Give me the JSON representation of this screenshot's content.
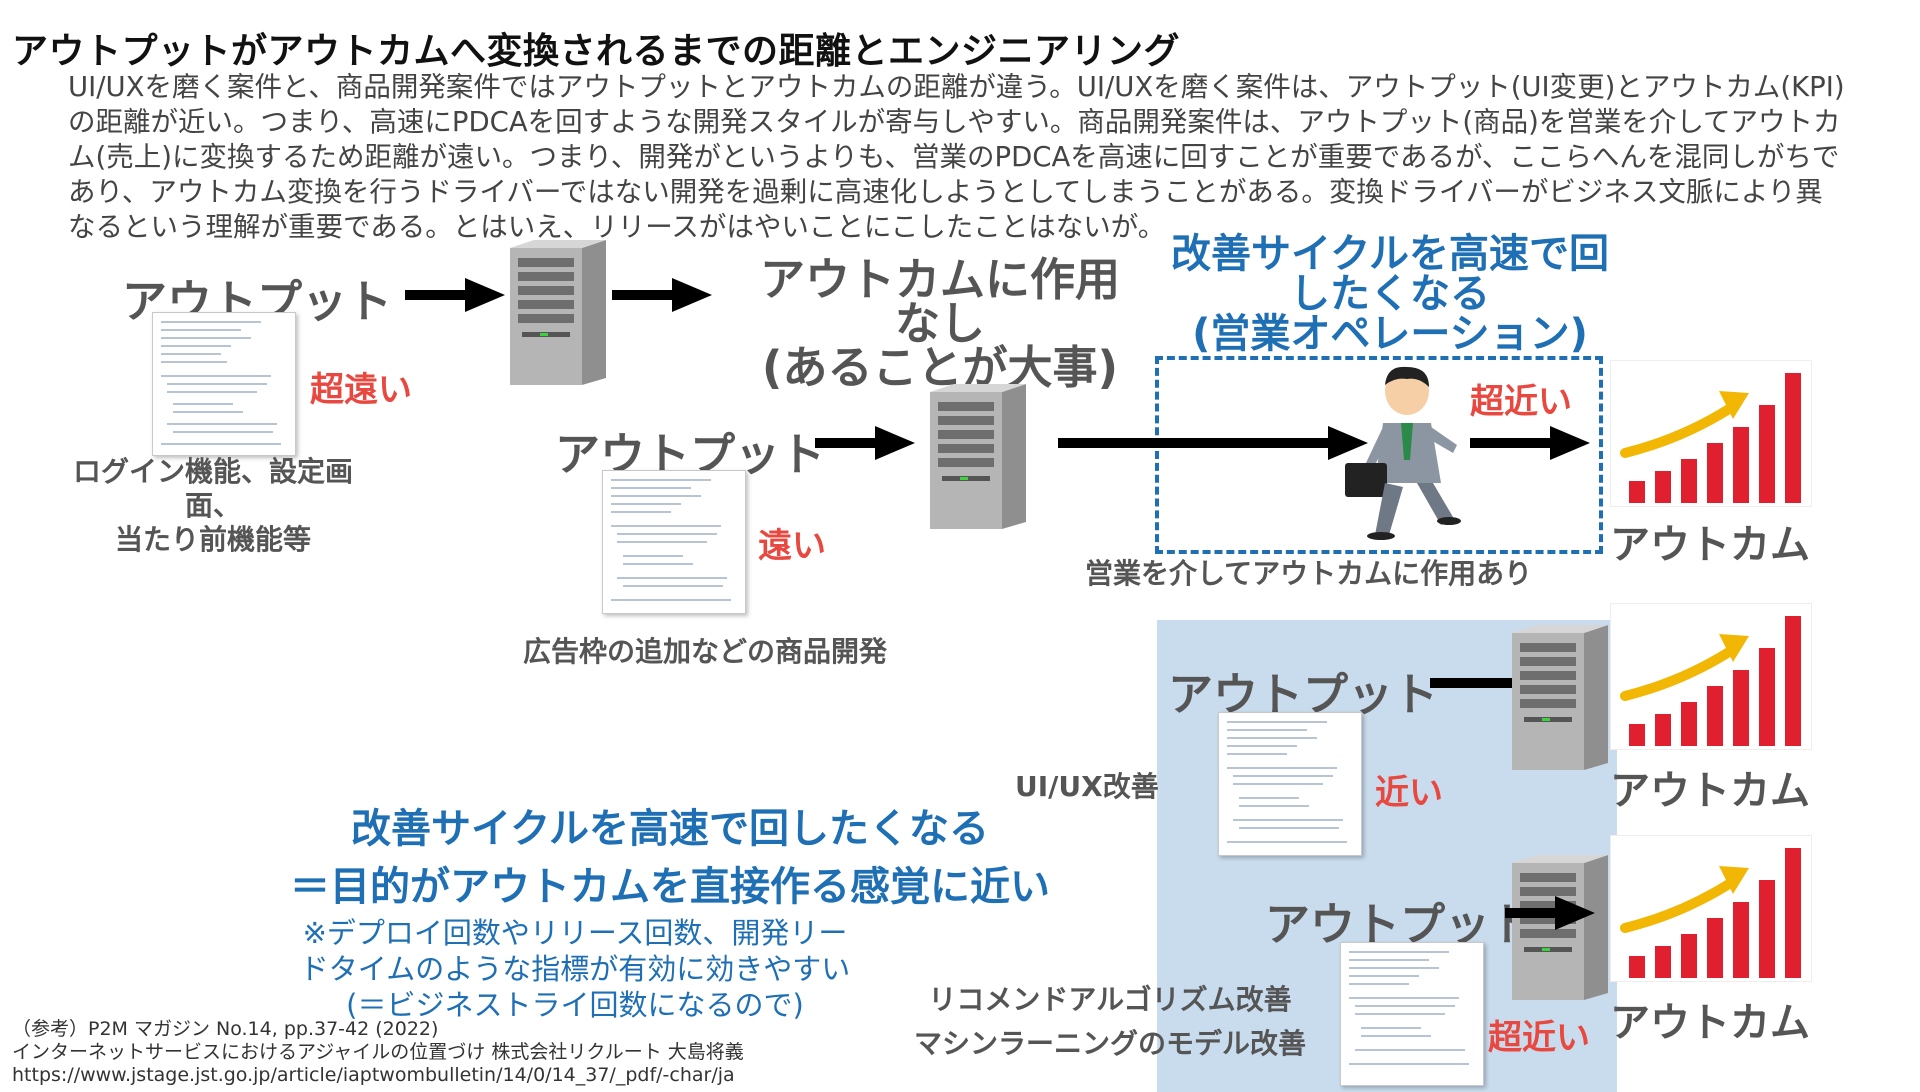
{
  "title": "アウトプットがアウトカムへ変換されるまでの距離とエンジニアリング",
  "body_lines": [
    "UI/UXを磨く案件と、商品開発案件ではアウトプットとアウトカムの距離が違う。UI/UXを磨く案件は、アウトプット(UI変更)とアウトカム(KPI)",
    "の距離が近い。つまり、高速にPDCAを回すような開発スタイルが寄与しやすい。商品開発案件は、アウトプット(商品)を営業を介してアウトカ",
    "ム(売上)に変換するため距離が遠い。つまり、開発がというよりも、営業のPDCAを高速に回すことが重要であるが、ここらへんを混同しがちで",
    "あり、アウトカム変換を行うドライバーではない開発を過剰に高速化しようとしてしまうことがある。変換ドライバーがビジネス文脈により異",
    "なるという理解が重要である。とはいえ、リリースがはやいことにこしたことはないが。"
  ],
  "row1": {
    "output": "アウトプット",
    "result_line1": "アウトカムに作用なし",
    "result_line2": "(あることが大事)",
    "distance": "超遠い",
    "caption_line1": "ログイン機能、設定画面、",
    "caption_line2": "当たり前機能等"
  },
  "row2": {
    "output": "アウトプット",
    "distance": "遠い",
    "caption": "広告枠の追加などの商品開発",
    "sales_distance": "超近い",
    "sales_caption": "営業を介してアウトカムに作用あり",
    "outcome": "アウトカム",
    "callout_lines": [
      "改善サイクルを高速で回",
      "したくなる",
      "(営業オペレーション)"
    ]
  },
  "row3": {
    "output": "アウトプット",
    "distance": "近い",
    "label": "UI/UX改善",
    "outcome": "アウトカム"
  },
  "row4": {
    "output": "アウトプット",
    "distance": "超近い",
    "label_line1": "リコメンドアルゴリズム改善",
    "label_line2": "マシンラーニングのモデル改善",
    "outcome": "アウトカム"
  },
  "conclusion": {
    "line1": "改善サイクルを高速で回したくなる",
    "line2": "＝目的がアウトカムを直接作る感覚に近い",
    "note_line1": "※デプロイ回数やリリース回数、開発リー",
    "note_line2": "ドタイムのような指標が有効に効きやすい",
    "note_line3": "(＝ビジネストライ回数になるので)"
  },
  "reference": {
    "line1": "（参考）P2M マガジン No.14, pp.37-42 (2022)",
    "line2": "インターネットサービスにおけるアジャイルの位置づけ 株式会社リクルート 大島将義",
    "line3": "https://www.jstage.jst.go.jp/article/iaptwombulletin/14/0/14_37/_pdf/-char/ja"
  },
  "colors": {
    "accent_blue": "#1f6fb5",
    "distance_red": "#e8483f",
    "bar_red": "#e0202f",
    "trend_yellow": "#f2b705",
    "panel_blue": "#c9dced"
  },
  "icons": [
    "server-icon",
    "code-document-icon",
    "growth-chart-icon",
    "businessman-icon",
    "arrow-right-icon"
  ]
}
